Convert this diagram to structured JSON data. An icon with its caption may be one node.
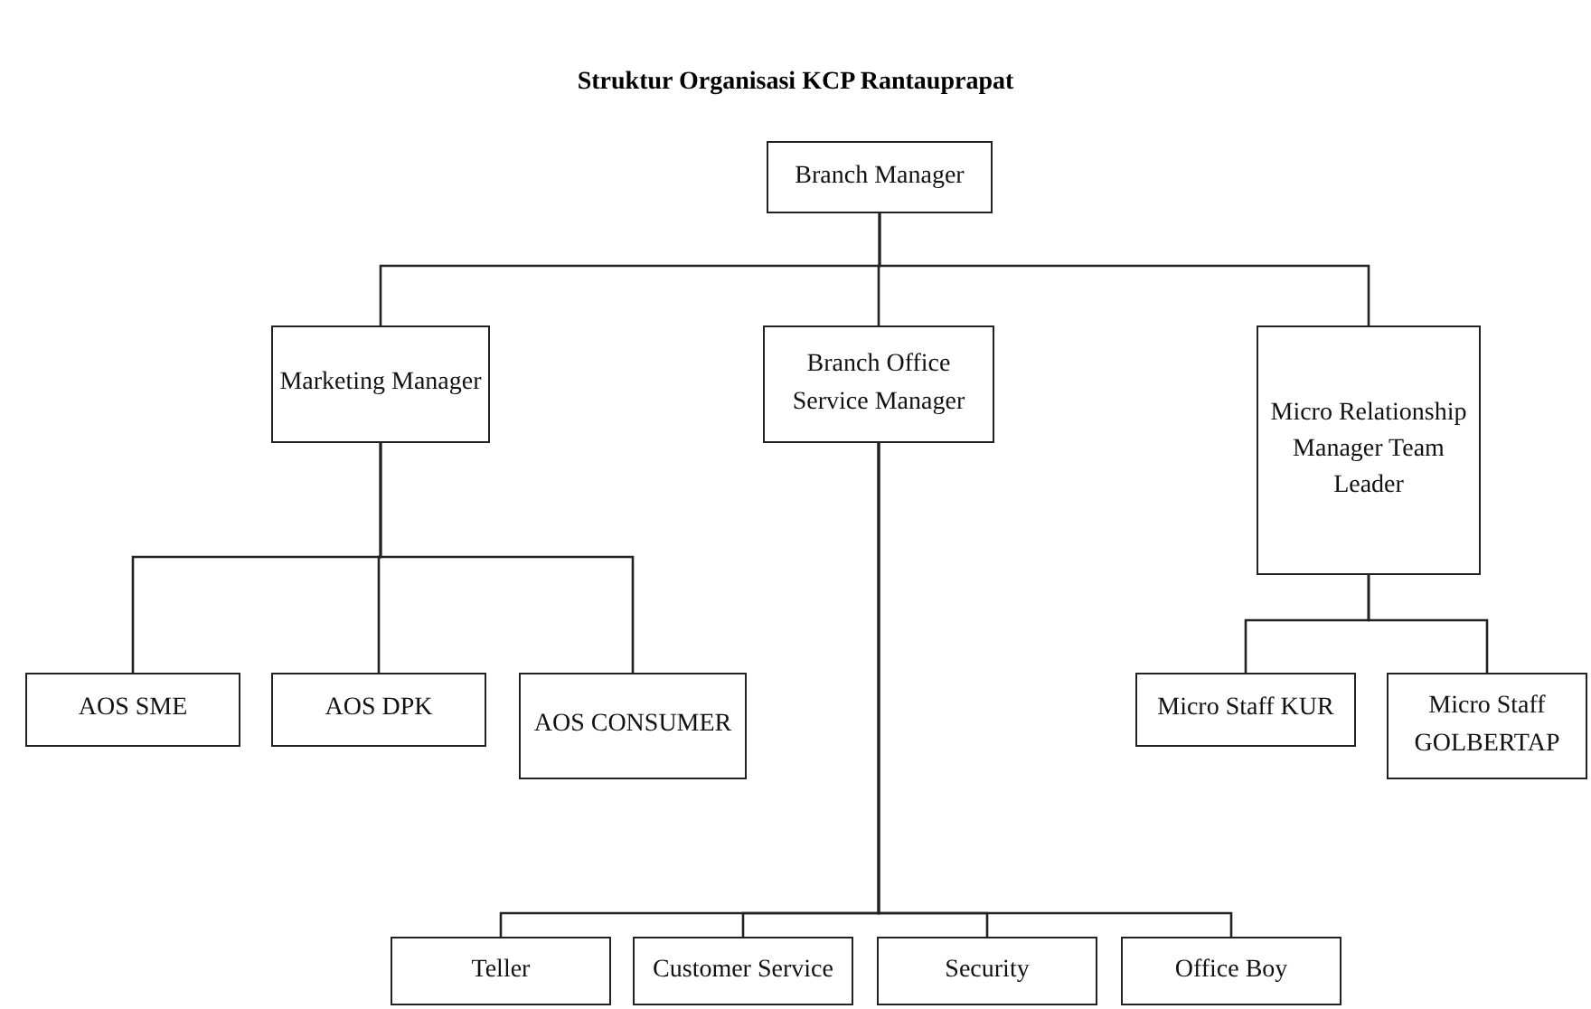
{
  "diagram": {
    "title": "Struktur Organisasi KCP Rantauprapat",
    "nodes": [
      {
        "text": [
          "Branch Manager"
        ]
      },
      {
        "text": [
          "Marketing Manager"
        ]
      },
      {
        "text": [
          "Branch Office Service Manager"
        ]
      },
      {
        "text": [
          "Micro Relationship Manager Team Leader"
        ]
      },
      {
        "text": [
          "AOS SME"
        ]
      },
      {
        "text": [
          "AOS DPK"
        ]
      },
      {
        "text": [
          "AOS CONSUMER"
        ]
      },
      {
        "text": [
          "Micro Staff KUR"
        ]
      },
      {
        "text": [
          "Micro Staff GOLBERTAP"
        ]
      },
      {
        "text": [
          "Teller"
        ]
      },
      {
        "text": [
          "Customer Service"
        ]
      },
      {
        "text": [
          "Security"
        ]
      },
      {
        "text": [
          "Office Boy"
        ]
      }
    ],
    "edges": [
      {
        "from": 0,
        "to": 1,
        "arrow": "none"
      },
      {
        "from": 0,
        "to": 2,
        "arrow": "none"
      },
      {
        "from": 0,
        "to": 3,
        "arrow": "none"
      },
      {
        "from": 1,
        "to": 4,
        "arrow": "none"
      },
      {
        "from": 1,
        "to": 5,
        "arrow": "none"
      },
      {
        "from": 1,
        "to": 6,
        "arrow": "none"
      },
      {
        "from": 3,
        "to": 7,
        "arrow": "none"
      },
      {
        "from": 3,
        "to": 8,
        "arrow": "none"
      },
      {
        "from": 2,
        "to": 9,
        "arrow": "none"
      },
      {
        "from": 2,
        "to": 10,
        "arrow": "none"
      },
      {
        "from": 2,
        "to": 11,
        "arrow": "none"
      },
      {
        "from": 2,
        "to": 12,
        "arrow": "none"
      }
    ]
  }
}
